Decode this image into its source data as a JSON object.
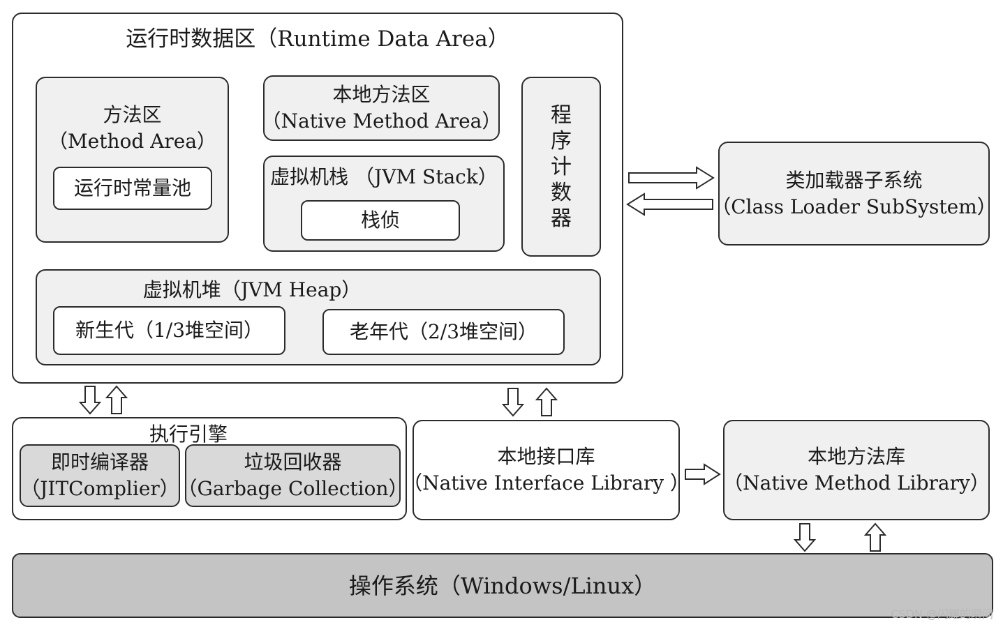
{
  "runtime": {
    "title": "运行时数据区（Runtime Data Area）",
    "method_area": {
      "line1": "方法区",
      "line2": "（Method Area）",
      "pool": "运行时常量池"
    },
    "native_method_area": {
      "line1": "本地方法区",
      "line2": "（Native Method Area）"
    },
    "jvm_stack": {
      "title": "虚拟机栈 （JVM Stack）",
      "frame": "栈侦"
    },
    "pc_register": {
      "chars": [
        "程",
        "序",
        "计",
        "数",
        "器"
      ]
    },
    "heap": {
      "title": "虚拟机堆（JVM Heap）",
      "young": "新生代（1/3堆空间）",
      "old": "老年代（2/3堆空间）"
    }
  },
  "class_loader": {
    "line1": "类加载器子系统",
    "line2": "（Class Loader SubSystem）"
  },
  "execution_engine": {
    "title": "执行引擎",
    "jit": {
      "line1": "即时编译器",
      "line2": "（JITComplier）"
    },
    "gc": {
      "line1": "垃圾回收器",
      "line2": "（Garbage Collection）"
    }
  },
  "native_interface": {
    "line1": "本地接口库",
    "line2": "（Native Interface Library ）"
  },
  "native_library": {
    "line1": "本地方法库",
    "line2": "（Native Method Library）"
  },
  "os": {
    "label": "操作系统（Windows/Linux）"
  },
  "watermark": "CSDN @闪耀的瞬间"
}
